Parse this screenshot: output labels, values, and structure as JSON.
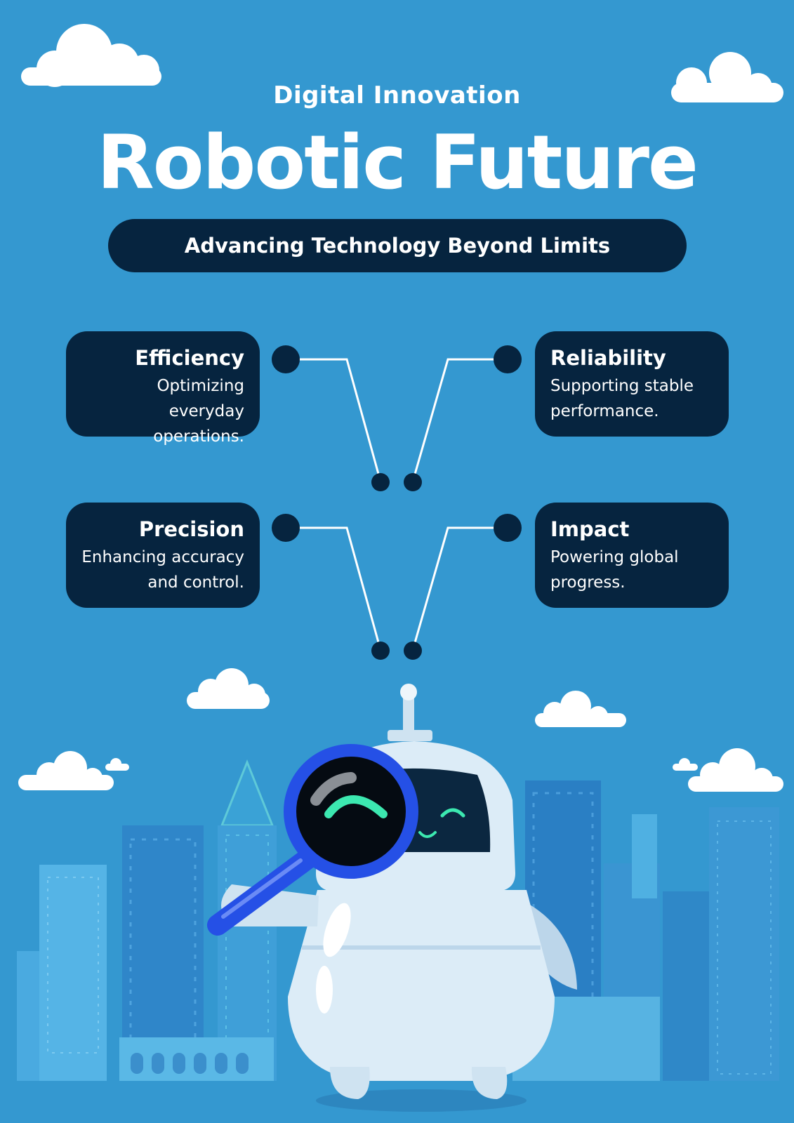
{
  "header": {
    "eyebrow": "Digital Innovation",
    "title": "Robotic Future",
    "banner": "Advancing Technology Beyond Limits"
  },
  "features": [
    {
      "title": "Efficiency",
      "text": "Optimizing everyday operations."
    },
    {
      "title": "Reliability",
      "text": "Supporting stable performance."
    },
    {
      "title": "Precision",
      "text": "Enhancing accuracy and control."
    },
    {
      "title": "Impact",
      "text": "Powering global progress."
    }
  ],
  "colors": {
    "background": "#3498d0",
    "panel": "#06243f",
    "text": "#ffffff",
    "robot_body": "#dcecf7",
    "magnifier_ring": "#2550e6",
    "robot_eye": "#3ce8b0"
  }
}
